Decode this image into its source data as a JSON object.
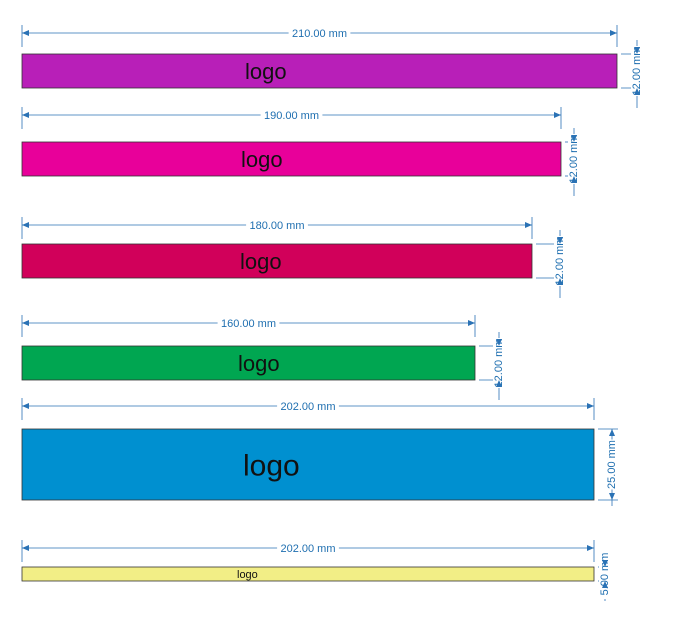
{
  "diagram": {
    "dimension_color": "#2a72b5",
    "bars": [
      {
        "name": "bar-1",
        "color": "#b81fb8",
        "logo": "logo",
        "width_label": "210.00 mm",
        "height_label": "12.00 mm"
      },
      {
        "name": "bar-2",
        "color": "#e8009a",
        "logo": "logo",
        "width_label": "190.00 mm",
        "height_label": "12.00 mm"
      },
      {
        "name": "bar-3",
        "color": "#d1005a",
        "logo": "logo",
        "width_label": "180.00 mm",
        "height_label": "12.00 mm"
      },
      {
        "name": "bar-4",
        "color": "#00a651",
        "logo": "logo",
        "width_label": "160.00 mm",
        "height_label": "12.00 mm"
      },
      {
        "name": "bar-5",
        "color": "#0090d0",
        "logo": "logo",
        "width_label": "202.00 mm",
        "height_label": "25.00 mm"
      },
      {
        "name": "bar-6",
        "color": "#f2ee86",
        "logo": "logo",
        "width_label": "202.00 mm",
        "height_label": "5.00 mm"
      }
    ]
  }
}
